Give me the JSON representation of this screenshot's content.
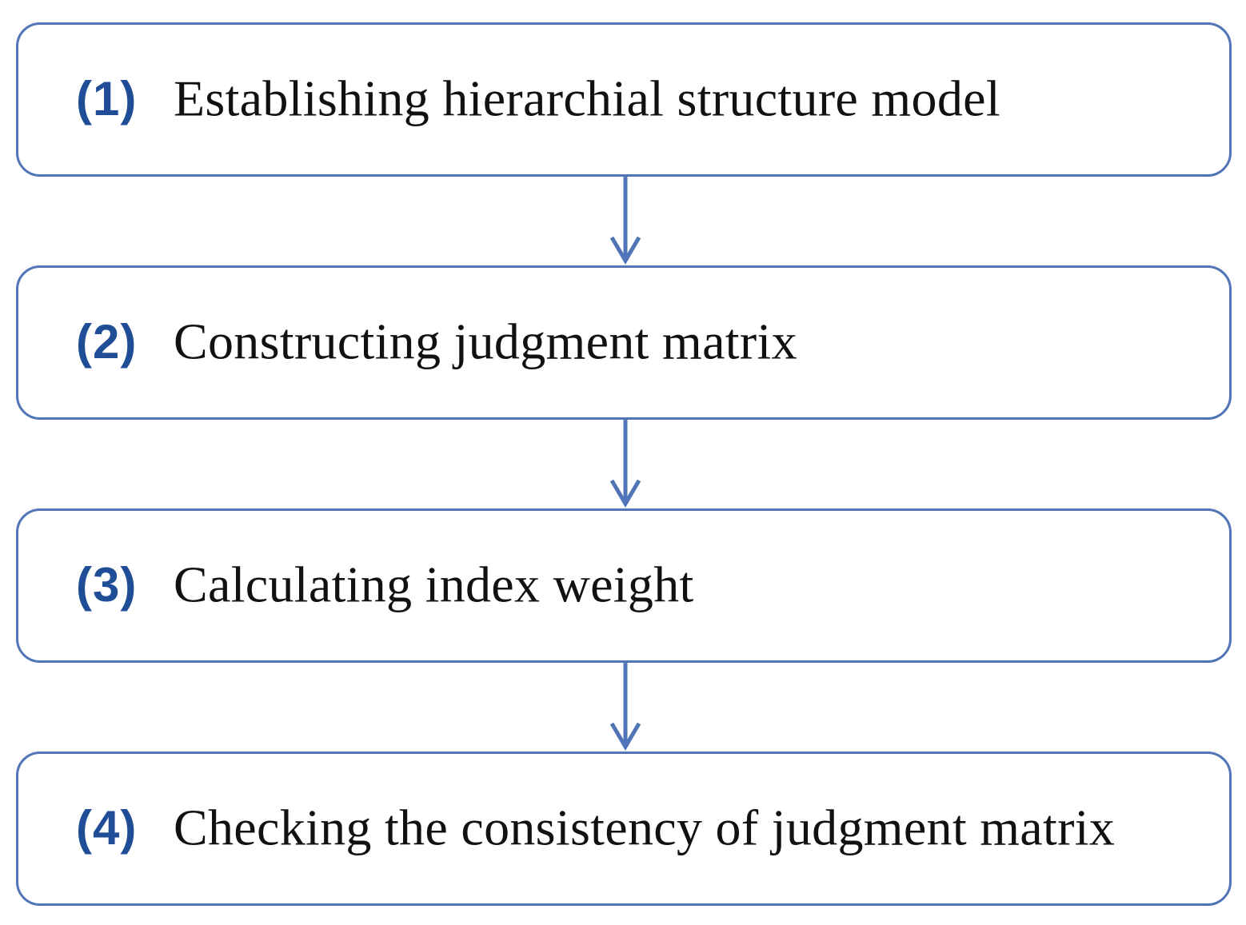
{
  "colors": {
    "box_border": "#4f74b8",
    "arrow": "#4f74b8",
    "number_text": "#1f4e96",
    "step_text": "#111111"
  },
  "steps": [
    {
      "number": "(1)",
      "text": "Establishing hierarchial structure model"
    },
    {
      "number": "(2)",
      "text": "Constructing judgment matrix"
    },
    {
      "number": "(3)",
      "text": "Calculating index weight"
    },
    {
      "number": "(4)",
      "text": "Checking the consistency of judgment matrix"
    }
  ],
  "connectors": [
    {
      "from": "(1)",
      "to": "(2)",
      "icon": "arrow-down-icon"
    },
    {
      "from": "(2)",
      "to": "(3)",
      "icon": "arrow-down-icon"
    },
    {
      "from": "(3)",
      "to": "(4)",
      "icon": "arrow-down-icon"
    }
  ]
}
